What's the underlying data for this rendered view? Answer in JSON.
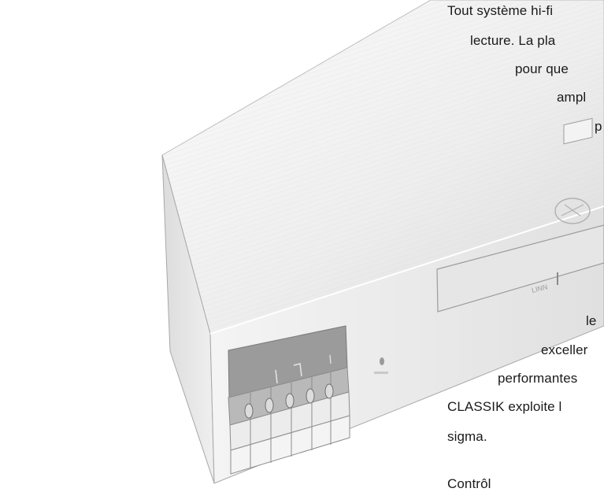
{
  "page": {
    "text_lines": [
      "Tout système hi-fi",
      "lecture. La pla",
      "pour que",
      "ampl",
      "p",
      "le",
      "exceller",
      "performantes",
      "CLASSIK exploite l",
      "sigma.",
      "Contrôl"
    ]
  },
  "device": {
    "brand_label": "LINN",
    "display_digits": [
      "1",
      "7"
    ],
    "colors": {
      "top_light": "#f6f6f6",
      "top_mid": "#e6e6e6",
      "side_face": "#e9e9e9",
      "display_window": "#9b9b9b",
      "outline": "#888888"
    }
  }
}
